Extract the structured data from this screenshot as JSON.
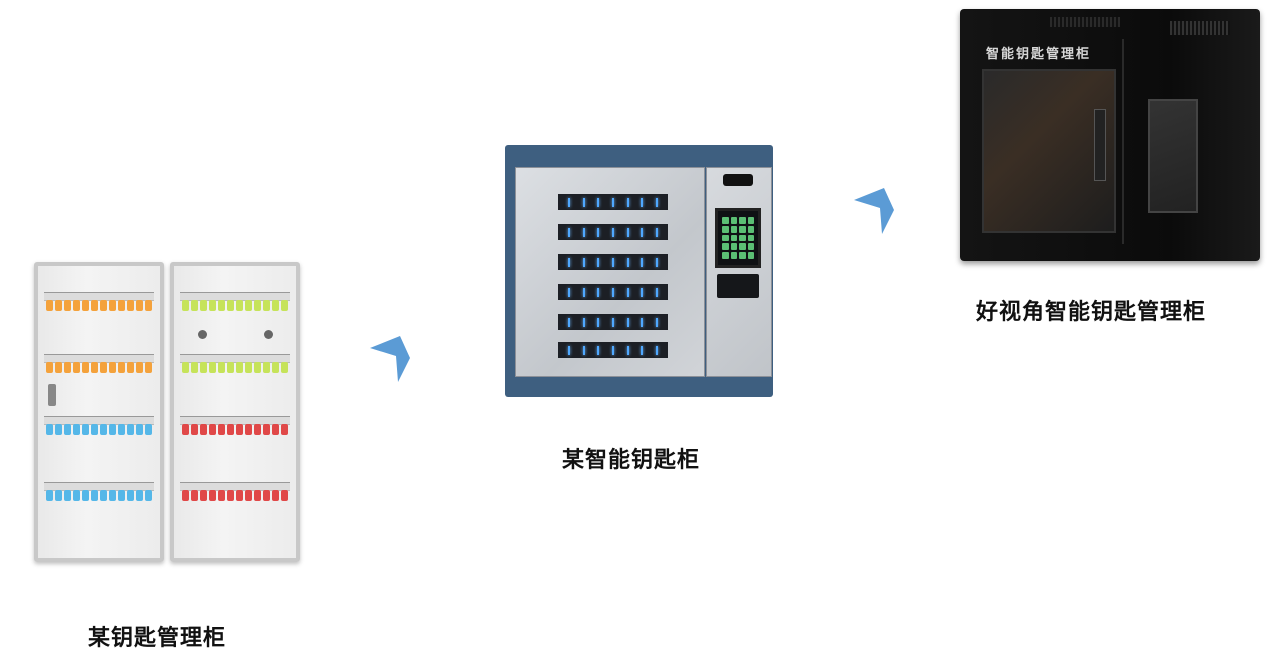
{
  "items": [
    {
      "caption": "某钥匙管理柜"
    },
    {
      "caption": "某智能钥匙柜"
    },
    {
      "caption": "好视角智能钥匙管理柜",
      "cabinet_label": "智能钥匙管理柜"
    }
  ],
  "colors": {
    "arrow": "#5b9bd5",
    "hook_colors": [
      "#f4a23c",
      "#c6e35a",
      "#55b7e8",
      "#e04848"
    ]
  }
}
